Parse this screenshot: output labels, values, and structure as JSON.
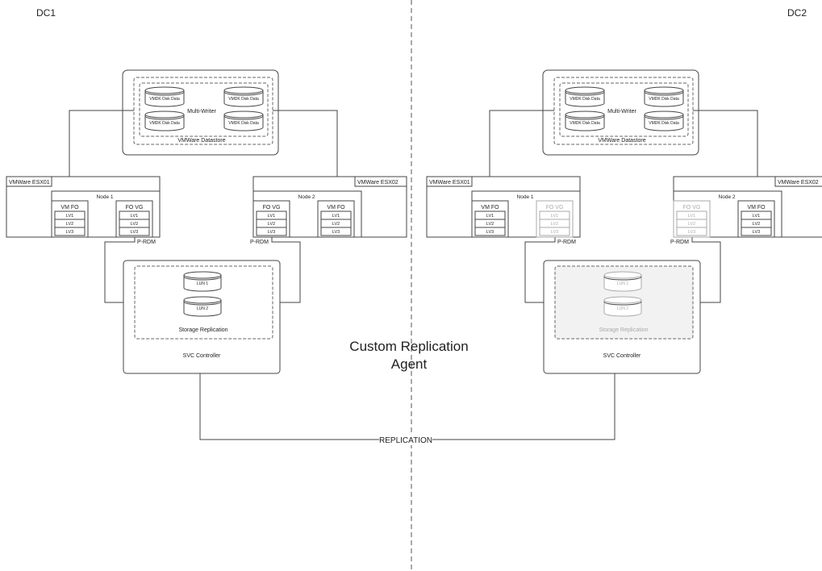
{
  "dc_labels": {
    "left": "DC1",
    "right": "DC2"
  },
  "center_label": {
    "line1": "Custom Replication",
    "line2": "Agent"
  },
  "replication_label": "REPLICATION",
  "colors": {
    "line": "#444444",
    "greyed": "#aaaaaa",
    "greyed_fill": "#f2f2f2"
  },
  "sides": {
    "dc1": {
      "datastore": {
        "title": "VMWare Datastore",
        "group": "Multi-Writer",
        "disks": [
          "VMDK Disk Data",
          "VMDK Disk Data",
          "VMDK Disk Data",
          "VMDK Disk Data"
        ]
      },
      "esx1": {
        "title": "VMWare ESX01",
        "node": "Node 1",
        "left_box": "VM FO",
        "right_box": "FO VG",
        "lvs": [
          "LV1",
          "LV2",
          "LV3"
        ]
      },
      "esx2": {
        "title": "VMWare ESX02",
        "node": "Node 2",
        "left_box": "FO VG",
        "right_box": "VM FO",
        "lvs": [
          "LV1",
          "LV2",
          "LV3"
        ]
      },
      "prdm": "P-RDM",
      "storage": {
        "luns": [
          "LUN 1",
          "LUN 2"
        ],
        "group": "Storage Replication",
        "controller": "SVC Controller"
      }
    },
    "dc2": {
      "datastore": {
        "title": "VMWare Datastore",
        "group": "Multi-Writer",
        "disks": [
          "VMDK Disk Data",
          "VMDK Disk Data",
          "VMDK Disk Data",
          "VMDK Disk Data"
        ]
      },
      "esx1": {
        "title": "VMWare ESX01",
        "node": "Node 1",
        "left_box": "VM FO",
        "right_box": "FO VG",
        "lvs": [
          "LV1",
          "LV2",
          "LV3"
        ]
      },
      "esx2": {
        "title": "VMWare ESX02",
        "node": "Node 2",
        "left_box": "FO VG",
        "right_box": "VM FO",
        "lvs": [
          "LV1",
          "LV2",
          "LV3"
        ]
      },
      "prdm": "P-RDM",
      "storage": {
        "luns": [
          "LUN 1",
          "LUN 2"
        ],
        "group": "Storage Replication",
        "controller": "SVC Controller"
      }
    }
  }
}
